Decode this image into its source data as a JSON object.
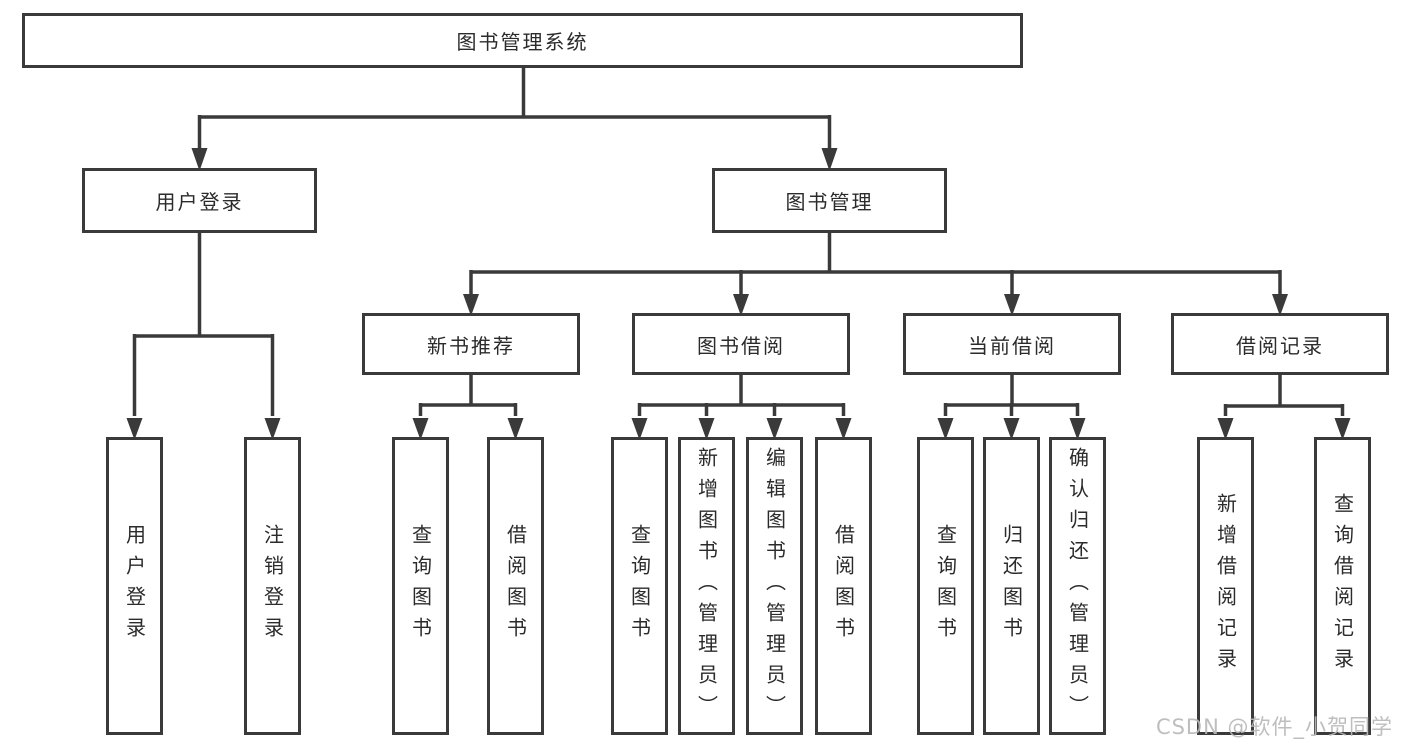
{
  "nodes": {
    "root": "图书管理系统",
    "user_login": "用户登录",
    "book_mgmt": "图书管理",
    "new_books": "新书推荐",
    "book_borrow": "图书借阅",
    "current_borrow": "当前借阅",
    "borrow_records": "借阅记录"
  },
  "leaves": {
    "user_login": [
      "用户登录",
      "注销登录"
    ],
    "new_books": [
      "查询图书",
      "借阅图书"
    ],
    "book_borrow": [
      "查询图书",
      "新增图书（管理员）",
      "编辑图书（管理员）",
      "借阅图书"
    ],
    "current_borrow": [
      "查询图书",
      "归还图书",
      "确认归还（管理员）"
    ],
    "borrow_records": [
      "新增借阅记录",
      "查询借阅记录"
    ]
  },
  "watermark": "CSDN @软件_小贺同学",
  "colors": {
    "line": "#3a3a3a",
    "text": "#2b2b2b",
    "watermark": "#b9b9b9",
    "background": "#ffffff"
  }
}
